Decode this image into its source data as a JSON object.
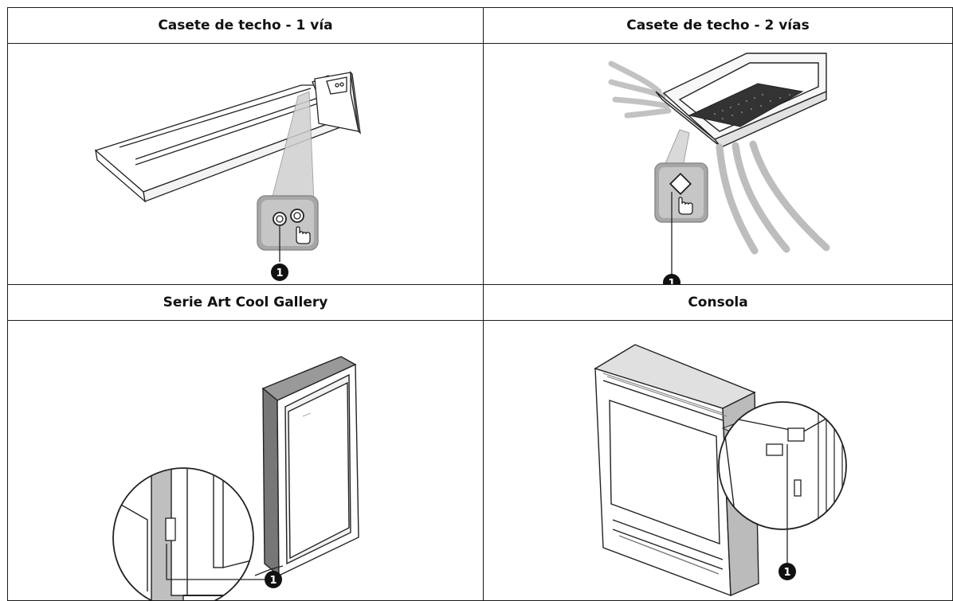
{
  "table": {
    "cells": [
      {
        "title": "Casete de techo - 1 vía",
        "callout": "1"
      },
      {
        "title": "Casete de techo - 2 vías",
        "callout": "1"
      },
      {
        "title": "Serie Art Cool Gallery",
        "callout": "1"
      },
      {
        "title": "Consola",
        "callout": "1"
      }
    ]
  },
  "colors": {
    "border": "#1a1a1a",
    "callout_badge": "#111111",
    "zoom_box": "#9a9a9a",
    "airflow": "#b9b9b9"
  },
  "icons": [
    "hand-pointer-icon",
    "remote-receiver-icon",
    "diamond-button-icon"
  ]
}
